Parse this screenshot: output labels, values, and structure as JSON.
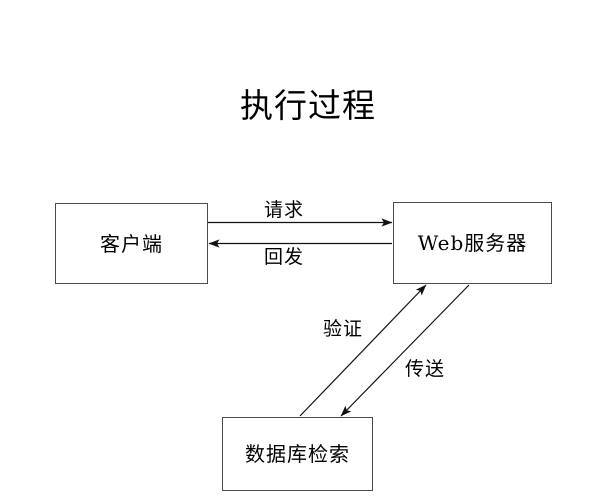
{
  "diagram": {
    "title": "执行过程",
    "background_color": "#ffffff",
    "line_color": "#111111",
    "box_border_color": "#4a4a4a",
    "text_color": "#000000",
    "nodes": [
      {
        "id": "client",
        "label": "客户端"
      },
      {
        "id": "webserver",
        "label": "Web服务器"
      },
      {
        "id": "database",
        "label": "数据库检索"
      }
    ],
    "edges": [
      {
        "id": "request",
        "label": "请求",
        "from": "client",
        "to": "webserver",
        "direction": "right"
      },
      {
        "id": "postback",
        "label": "回发",
        "from": "webserver",
        "to": "client",
        "direction": "left"
      },
      {
        "id": "verify",
        "label": "验证",
        "from": "database",
        "to": "webserver",
        "direction": "up-right"
      },
      {
        "id": "transmit",
        "label": "传送",
        "from": "webserver",
        "to": "database",
        "direction": "down-left"
      }
    ]
  }
}
